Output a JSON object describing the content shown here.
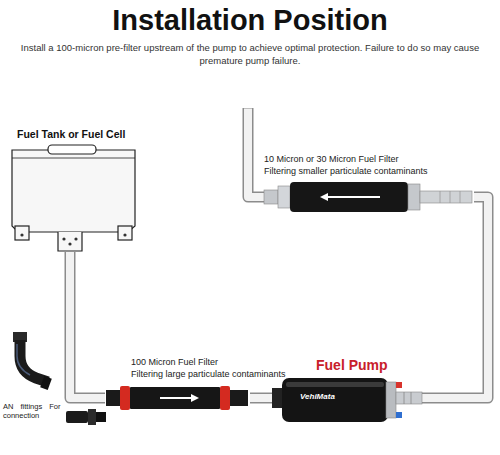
{
  "diagram": {
    "title": "Installation Position",
    "nodes": [
      {
        "text": [
          "Fuel Tank or Fuel Cell"
        ]
      },
      {
        "text": [
          "10 Micron or 30 Micron Fuel Filter",
          "Filtering smaller particulate contaminants"
        ]
      },
      {
        "text": [
          "100 Micron Fuel Filter",
          "Filtering large particulate contaminants"
        ]
      },
      {
        "text": [
          "Fuel Pump"
        ]
      }
    ],
    "edges": [
      {
        "from": 0,
        "to": 2,
        "arrow": "none"
      },
      {
        "from": 2,
        "to": 3,
        "arrow": "none"
      },
      {
        "from": 3,
        "to": 1,
        "arrow": "none"
      }
    ],
    "labels": [
      "Install a 100-micron pre-filter upstream of the pump to achieve optimal protection. Failure to do so may cause premature pump failure.",
      "VehiMata",
      "AN fittings For connection"
    ]
  }
}
